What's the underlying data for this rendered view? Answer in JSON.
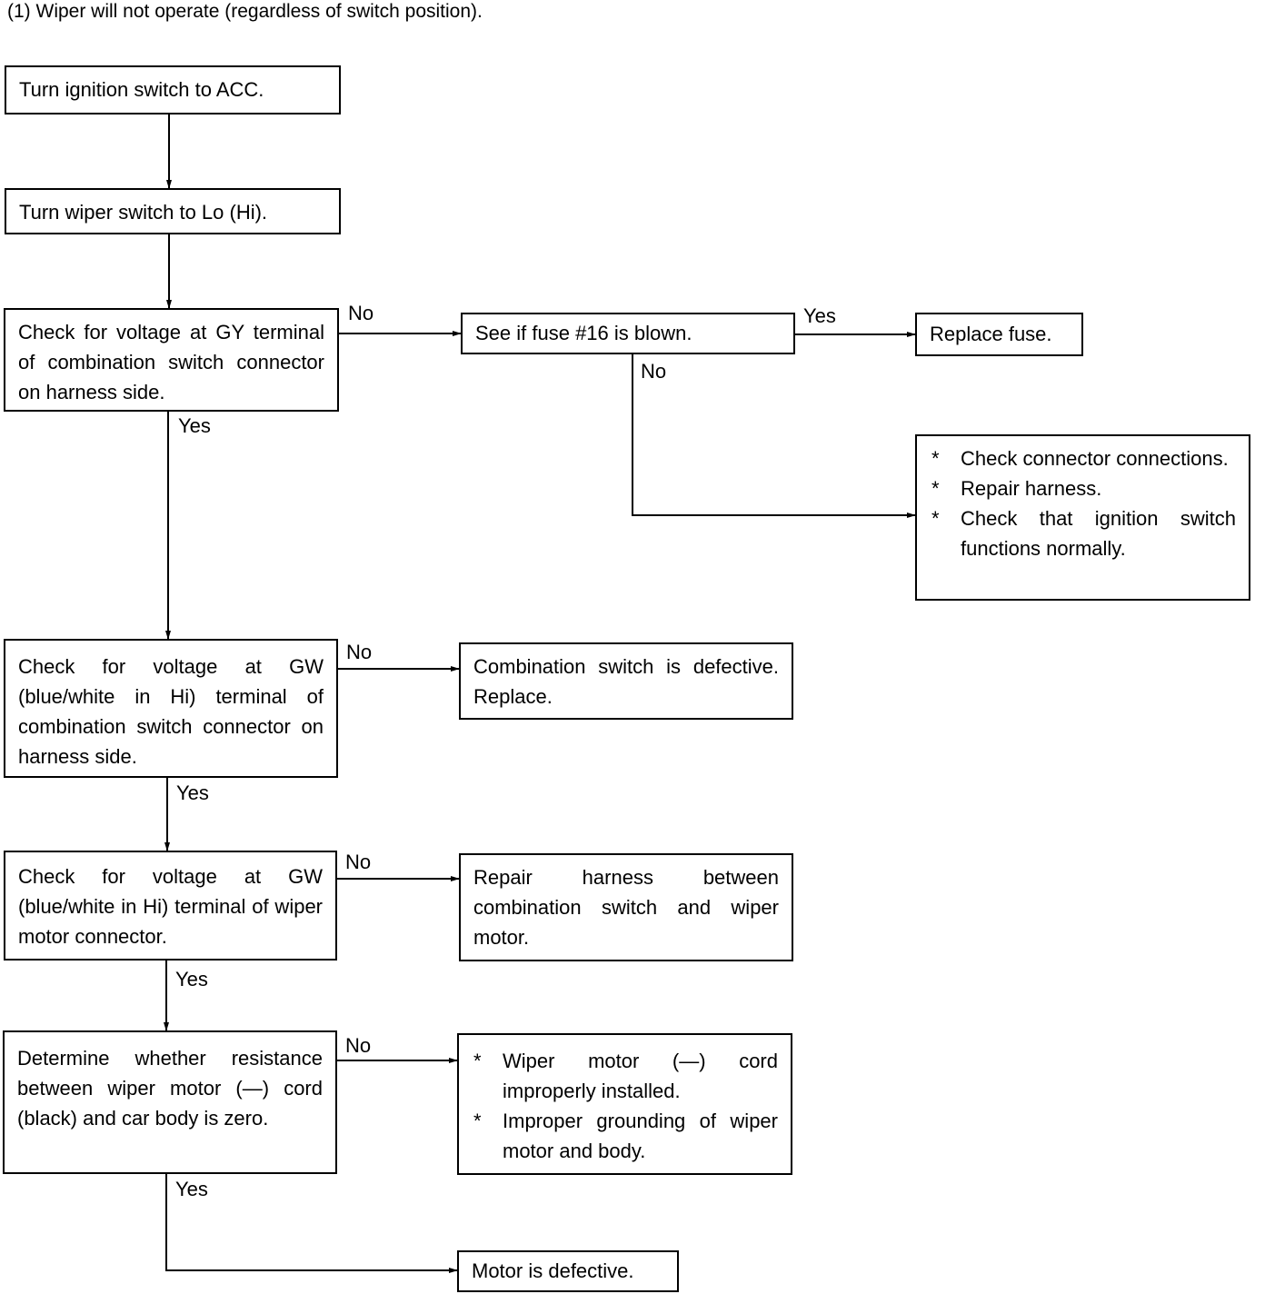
{
  "title": "(1)  Wiper will not operate (regardless of switch position).",
  "nodes": {
    "acc": "Turn ignition switch to ACC.",
    "wiper_lo": "Turn wiper switch to Lo (Hi).",
    "check_gy": "Check for voltage at GY terminal of combination switch connector on harness side.",
    "fuse16": "See if fuse #16 is blown.",
    "replace_fuse": "Replace fuse.",
    "connector_checks": [
      "Check connector connections.",
      "Repair harness.",
      "Check that ignition switch functions normally."
    ],
    "check_gw_switch": "Check for voltage at GW (blue/white in Hi) terminal of combination switch connector on harness side.",
    "switch_defective": "Combination switch is defective. Replace.",
    "check_gw_motor": "Check for voltage at GW (blue/white in Hi) terminal of wiper motor connector.",
    "repair_harness": "Repair harness between combination switch and wiper motor.",
    "check_resistance": "Determine whether resistance between wiper motor (—) cord (black) and car body is zero.",
    "ground_issues": [
      "Wiper motor (—) cord improperly installed.",
      "Improper grounding of wiper motor and body."
    ],
    "motor_defective": "Motor is defective."
  },
  "bullet_symbol": "*",
  "edge_labels": {
    "gy_no": "No",
    "gy_yes": "Yes",
    "fuse_yes": "Yes",
    "fuse_no": "No",
    "gw_switch_no": "No",
    "gw_switch_yes": "Yes",
    "gw_motor_no": "No",
    "gw_motor_yes": "Yes",
    "resistance_no": "No",
    "resistance_yes": "Yes"
  }
}
